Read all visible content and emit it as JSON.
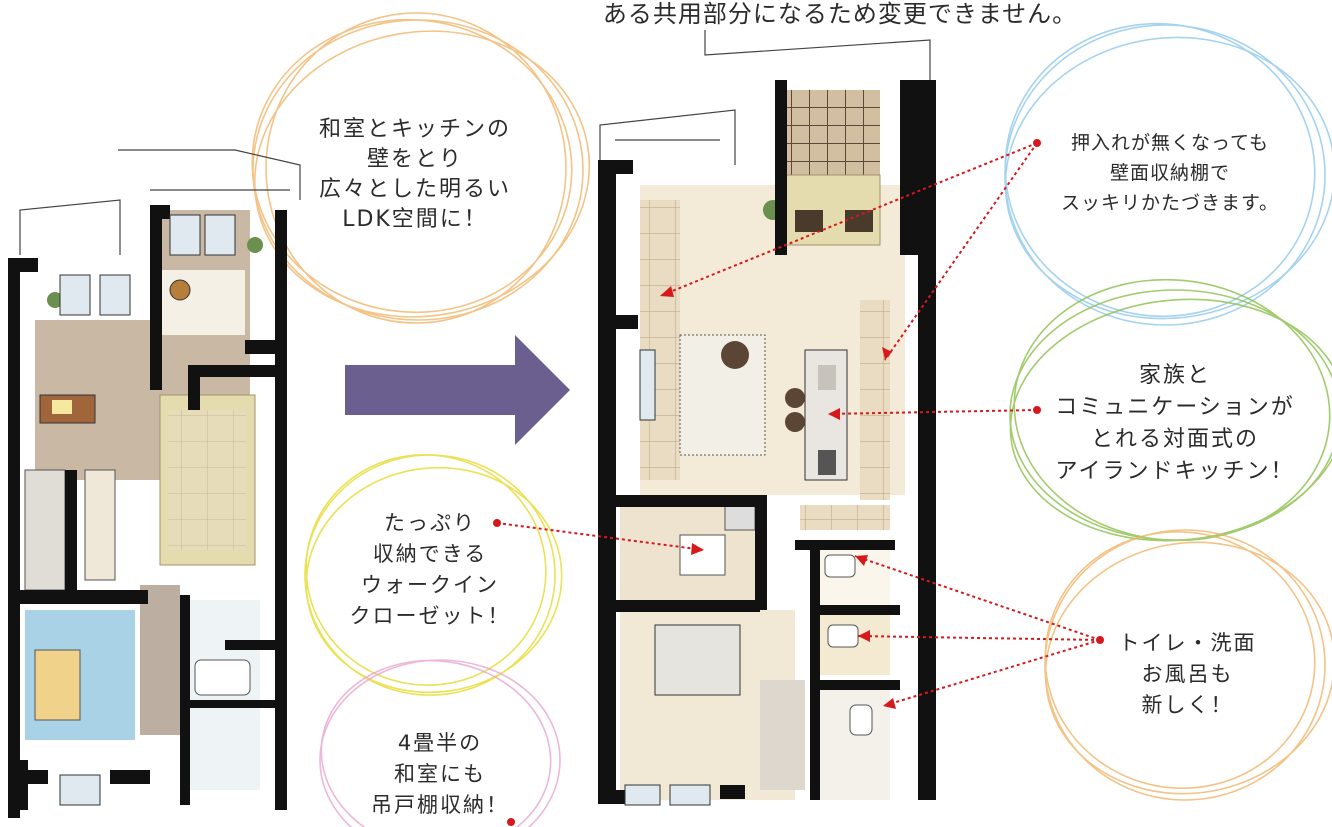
{
  "header_text": "ある共用部分になるため変更できません。",
  "callouts": {
    "ldk": "和室とキッチンの\n壁をとり\n広々とした明るい\nLDK空間に！",
    "storage": "押入れが無くなっても\n壁面収納棚で\nスッキリかたづきます。",
    "island": "家族と\nコミュニケーションが\nとれる対面式の\nアイランドキッチン！",
    "closet": "たっぷり\n収納できる\nウォークイン\nクローゼット！",
    "bath": "トイレ・洗面\nお風呂も\n新しく！",
    "washitsu": "4畳半の\n和室にも\n吊戸棚収納！"
  },
  "colors": {
    "wall": "#111111",
    "floor_wood": "#e7d3b2",
    "floor_gray": "#c8b8a6",
    "tatami": "#e4dcae",
    "arrow": "#6a5f8f",
    "pointer": "#d7191c",
    "circle_orange": "#f0b060",
    "circle_yellow": "#e8dc3a",
    "circle_blue": "#8fc9ec",
    "circle_green": "#8cbf4a",
    "circle_pink": "#e8a6cf"
  }
}
